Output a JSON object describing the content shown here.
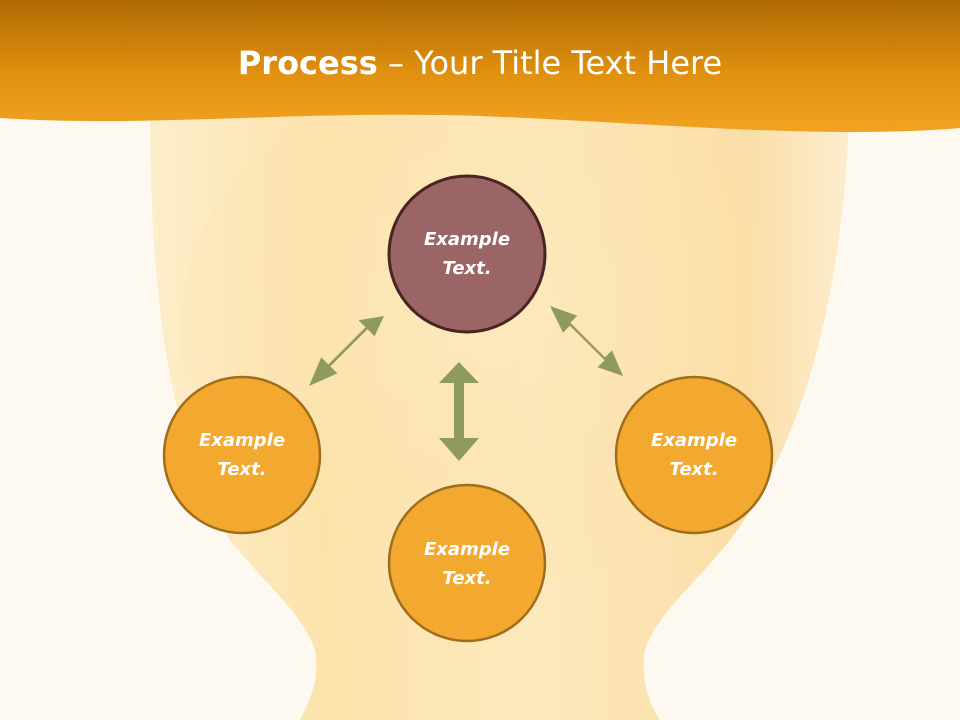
{
  "slide": {
    "title_bold": "Process",
    "title_rest": " – Your Title Text Here"
  },
  "nodes": [
    {
      "id": "top",
      "label_line1": "Example",
      "label_line2": "Text.",
      "fill": "#9b6565"
    },
    {
      "id": "left",
      "label_line1": "Example",
      "label_line2": "Text.",
      "fill": "#f3a830"
    },
    {
      "id": "bottom",
      "label_line1": "Example",
      "label_line2": "Text.",
      "fill": "#f3a830"
    },
    {
      "id": "right",
      "label_line1": "Example",
      "label_line2": "Text.",
      "fill": "#f3a830"
    }
  ],
  "colors": {
    "header": "#e8940e",
    "background": "#fef9f0",
    "chalice": "#fbe3b0",
    "arrow": "#8e9a5e",
    "circle_stroke": "#a26d1a",
    "top_circle_stroke": "#4a2424"
  }
}
